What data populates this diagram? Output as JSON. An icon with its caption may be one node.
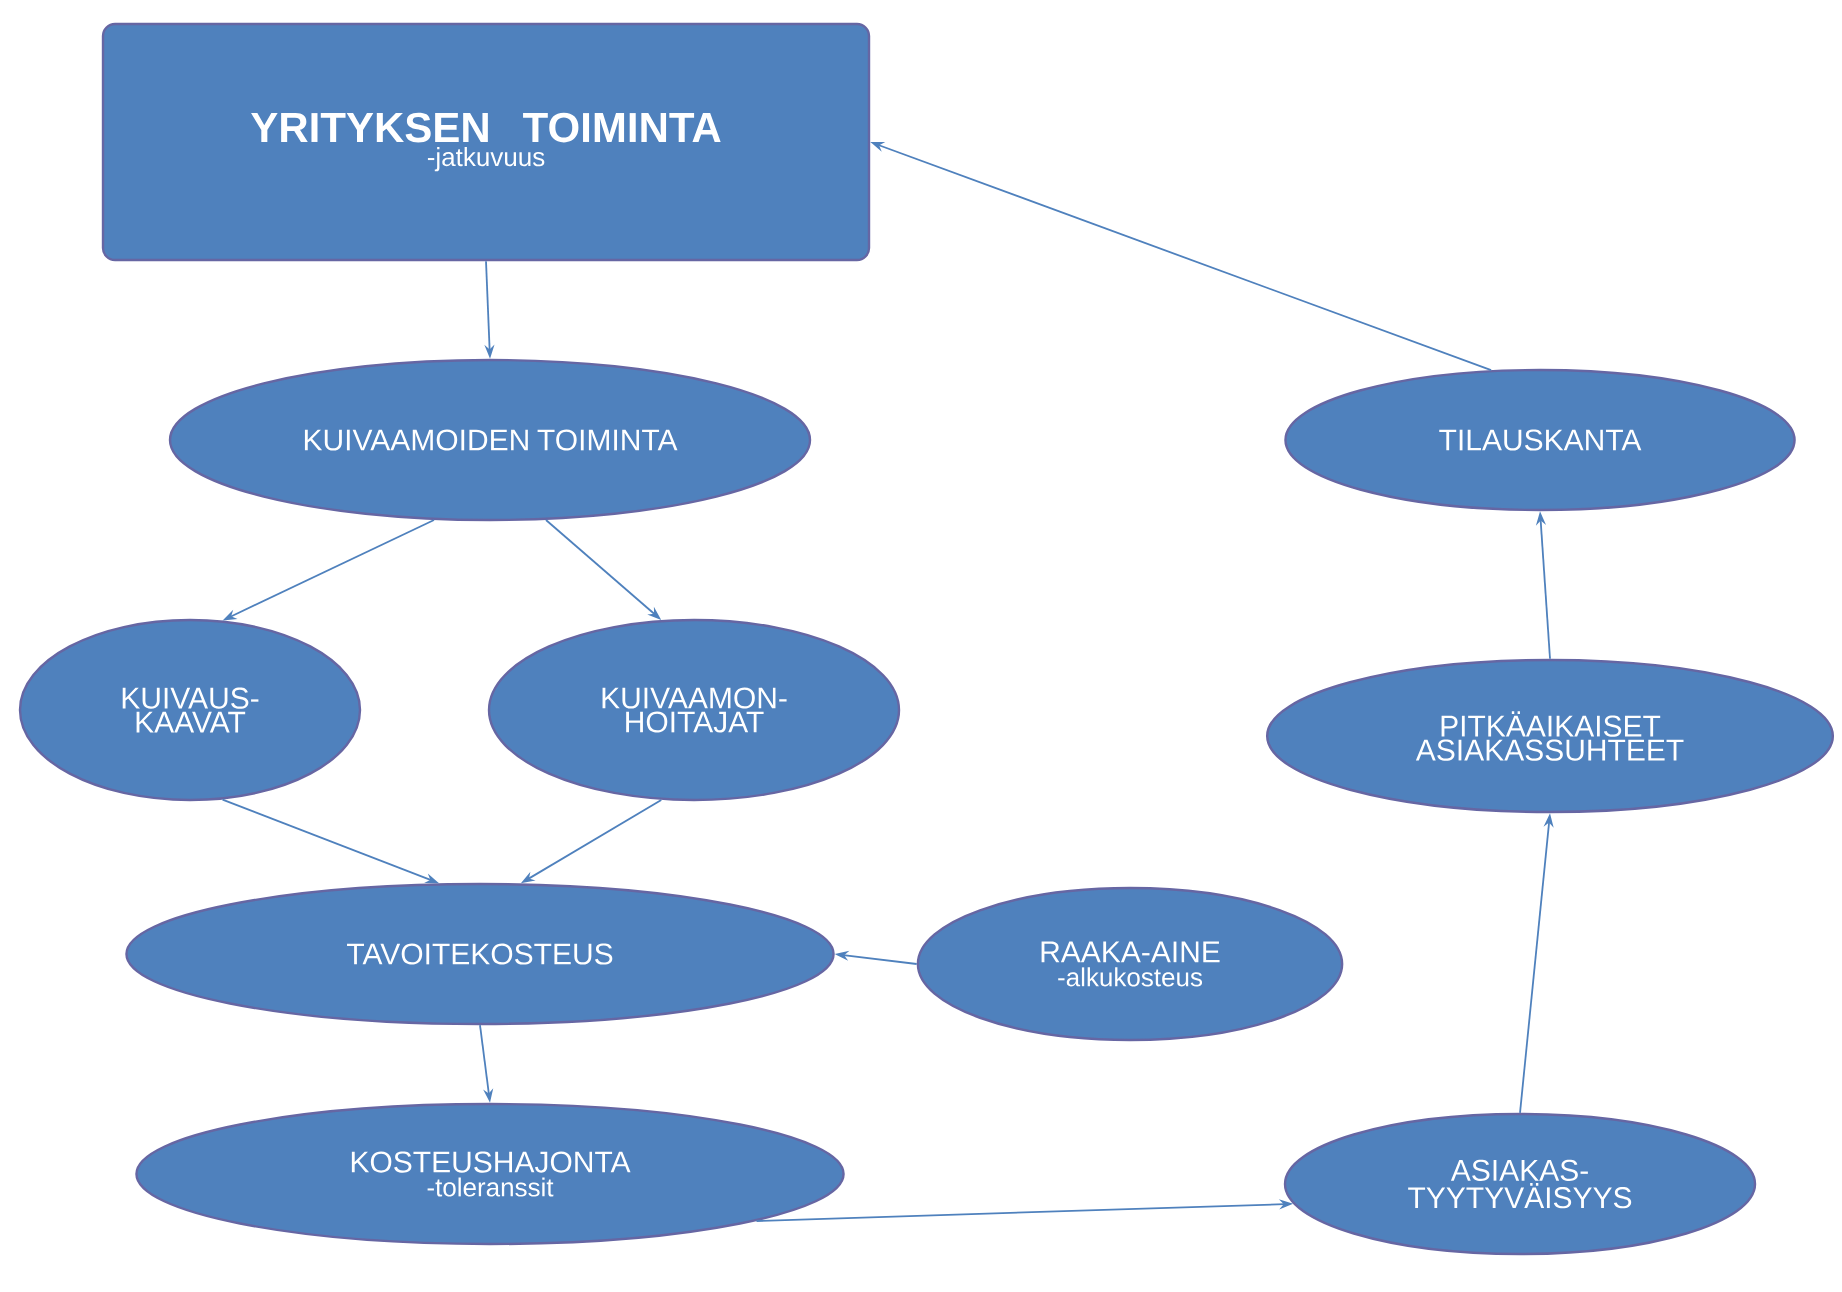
{
  "diagram": {
    "nodes": [
      {
        "text": [
          "YRITYKSEN TOIMINTA",
          "-jatkuvuus"
        ]
      },
      {
        "text": [
          "KUIVAAMOIDEN TOIMINTA"
        ]
      },
      {
        "text": [
          "KUIVAUS- KAAVAT"
        ]
      },
      {
        "text": [
          "KUIVAAMON- HOITAJAT"
        ]
      },
      {
        "text": [
          "TAVOITEKOSTEUS"
        ]
      },
      {
        "text": [
          "RAAKA-AINE",
          "-alkukosteus"
        ]
      },
      {
        "text": [
          "KOSTEUSHAJONTA",
          "-toleranssit"
        ]
      },
      {
        "text": [
          "ASIAKAS- TYYTYVÄISYYS"
        ]
      },
      {
        "text": [
          "PITKÄAIKAISET ASIAKASSUHTEET"
        ]
      },
      {
        "text": [
          "TILAUSKANTA"
        ]
      }
    ],
    "edges": [
      {
        "from": 0,
        "to": 1,
        "arrow": "to"
      },
      {
        "from": 1,
        "to": 2,
        "arrow": "to"
      },
      {
        "from": 1,
        "to": 3,
        "arrow": "to"
      },
      {
        "from": 2,
        "to": 4,
        "arrow": "to"
      },
      {
        "from": 3,
        "to": 4,
        "arrow": "to"
      },
      {
        "from": 5,
        "to": 4,
        "arrow": "to"
      },
      {
        "from": 4,
        "to": 6,
        "arrow": "to"
      },
      {
        "from": 6,
        "to": 7,
        "arrow": "to"
      },
      {
        "from": 7,
        "to": 8,
        "arrow": "to"
      },
      {
        "from": 8,
        "to": 9,
        "arrow": "to"
      },
      {
        "from": 9,
        "to": 0,
        "arrow": "to"
      }
    ]
  }
}
